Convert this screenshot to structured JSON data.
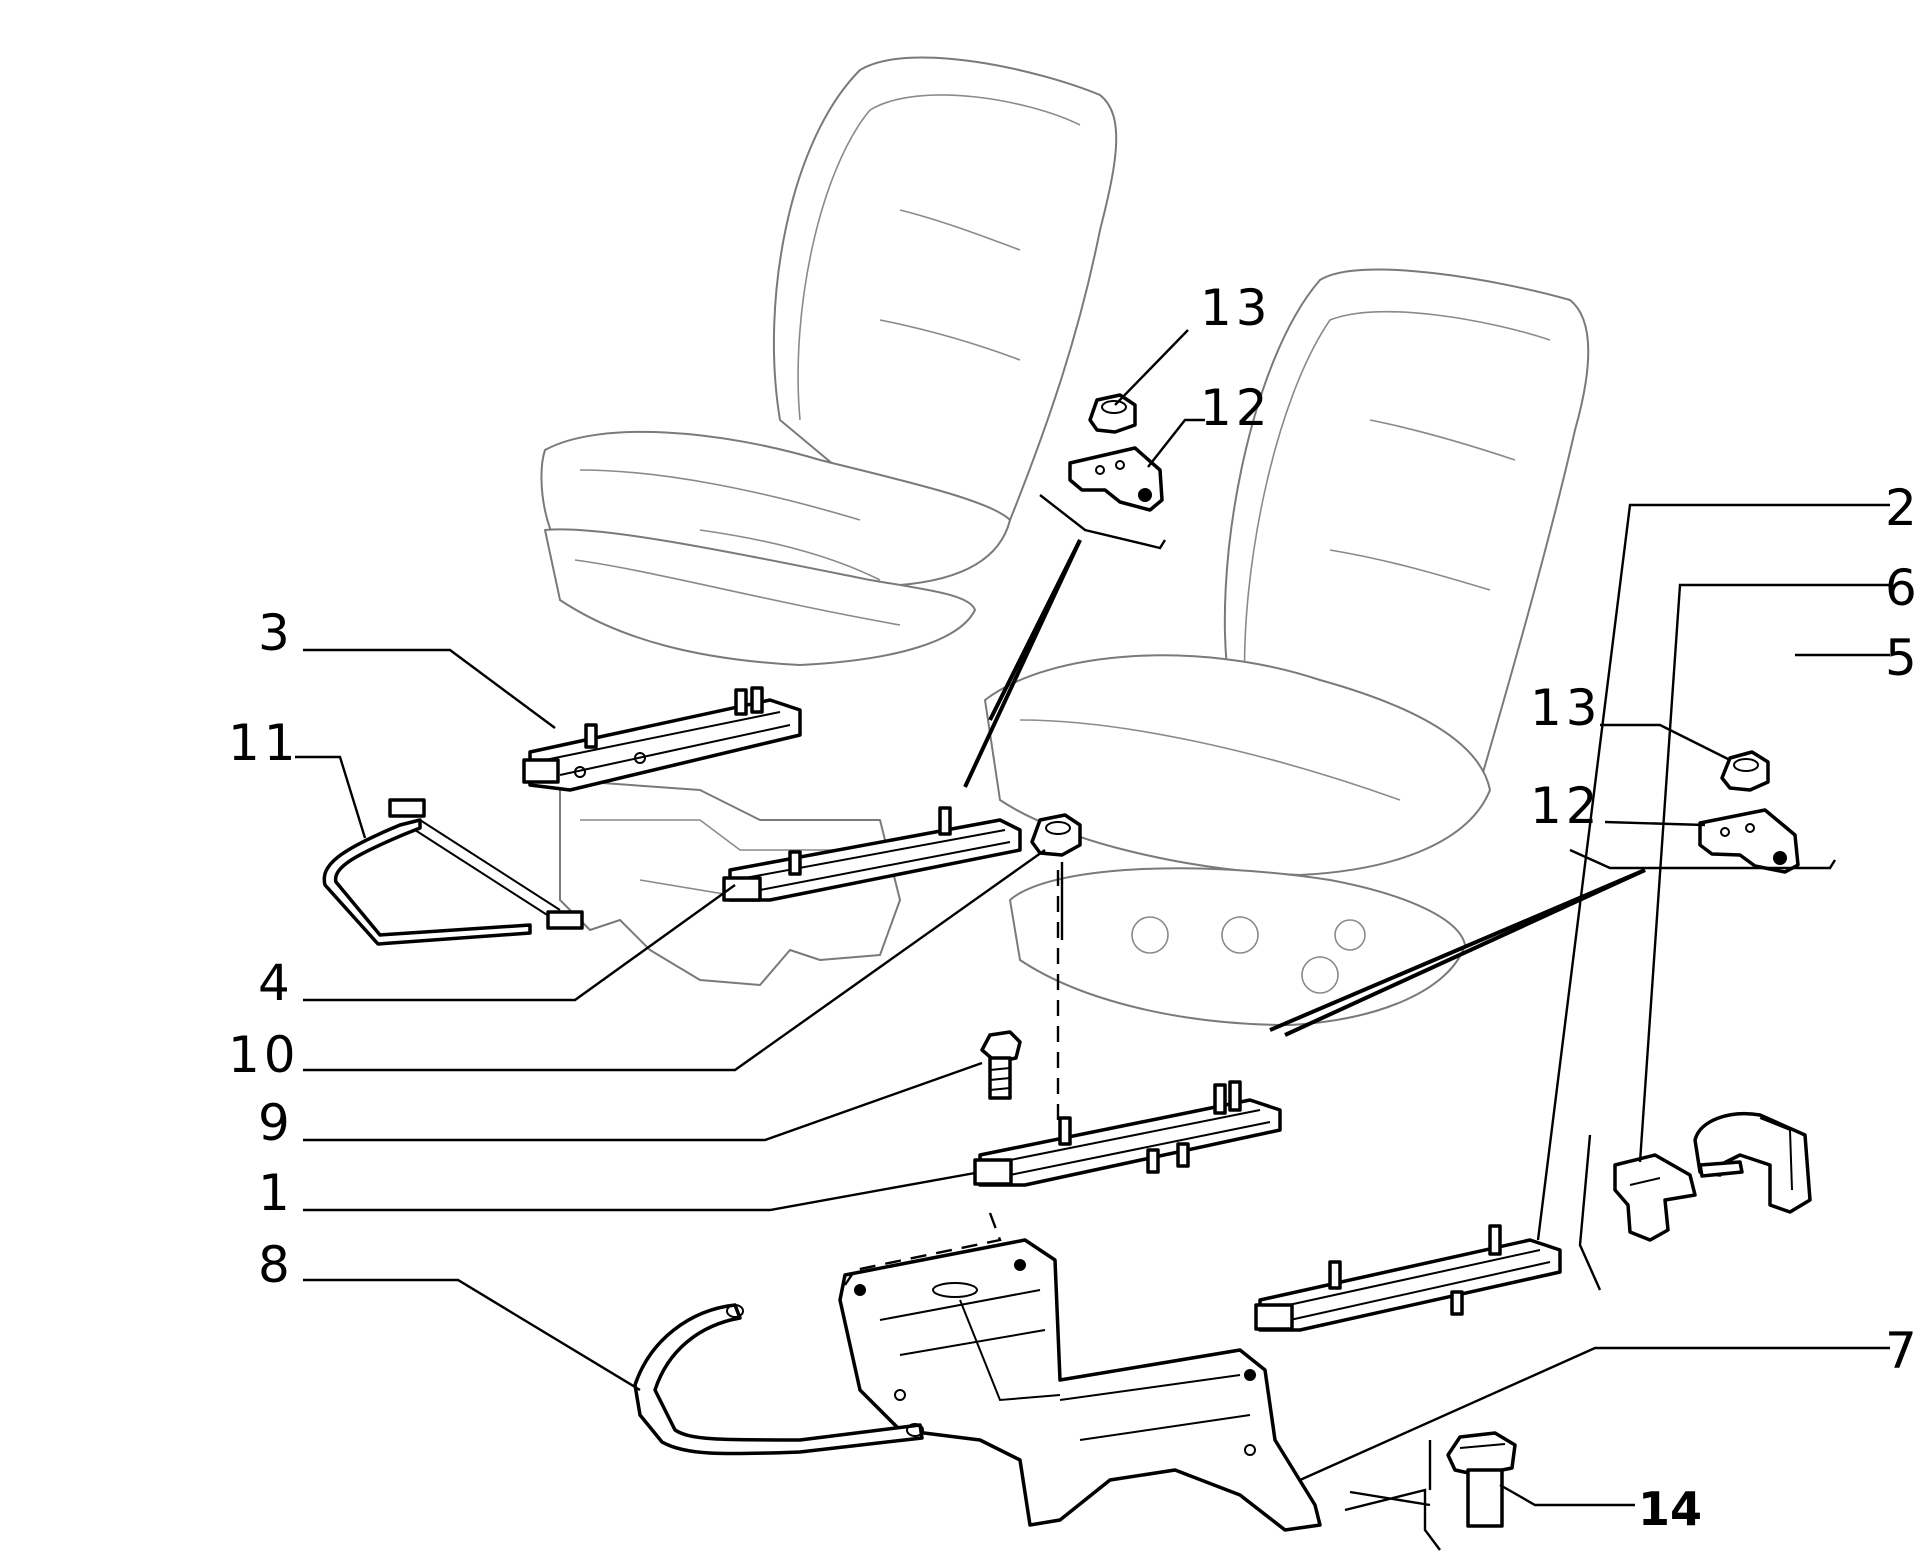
{
  "diagram": {
    "callouts": {
      "c1": "1",
      "c2": "2",
      "c3": "3",
      "c4": "4",
      "c5": "5",
      "c6": "6",
      "c7": "7",
      "c8": "8",
      "c9": "9",
      "c10": "10",
      "c11": "11",
      "c12a": "12",
      "c12b": "12",
      "c13a": "13",
      "c13b": "13",
      "c14": "14"
    }
  }
}
